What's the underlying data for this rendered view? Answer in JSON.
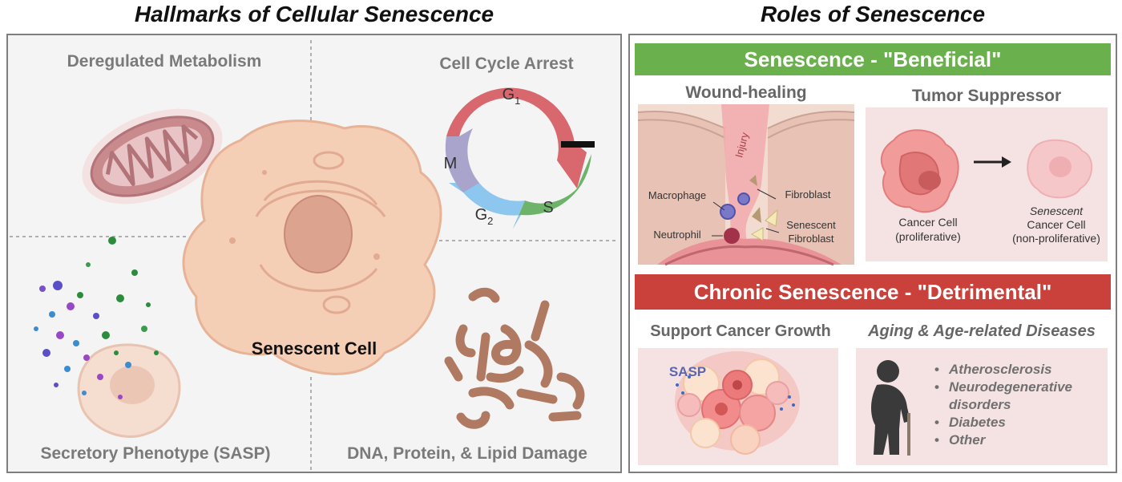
{
  "left": {
    "heading": "Hallmarks of Cellular Senescence",
    "labels": {
      "metabolism": "Deregulated Metabolism",
      "cell_cycle": "Cell Cycle Arrest",
      "sasp": "Secretory Phenotype (SASP)",
      "damage": "DNA, Protein, & Lipid Damage",
      "center": "Senescent Cell"
    },
    "cell_cycle_phases": [
      {
        "name": "G",
        "sub": "1",
        "color": "#d9676e"
      },
      {
        "name": "S",
        "sub": "",
        "color": "#6db36a"
      },
      {
        "name": "G",
        "sub": "2",
        "color": "#8dc6ee"
      },
      {
        "name": "M",
        "sub": "",
        "color": "#a8a4cc"
      }
    ]
  },
  "right": {
    "heading": "Roles of Senescence",
    "beneficial": {
      "banner": "Senescence - \"Beneficial\"",
      "color": "#6ab04c",
      "wound": {
        "title": "Wound-healing",
        "injury": "Injury",
        "macrophage": "Macrophage",
        "neutrophil": "Neutrophil",
        "fibroblast": "Fibroblast",
        "senescent_fibroblast_1": "Senescent",
        "senescent_fibroblast_2": "Fibroblast"
      },
      "tumor": {
        "title": "Tumor Suppressor",
        "cancer_1": "Cancer Cell",
        "cancer_2": "(proliferative)",
        "senescent_1": "Senescent",
        "senescent_2": "Cancer Cell",
        "senescent_3": "(non-proliferative)"
      }
    },
    "detrimental": {
      "banner": "Chronic Senescence - \"Detrimental\"",
      "color": "#c9413a",
      "cancer_growth": {
        "title": "Support Cancer Growth",
        "sasp": "SASP"
      },
      "aging": {
        "title": "Aging & Age-related Diseases",
        "diseases": [
          "Atherosclerosis",
          "Neurodegenerative",
          "disorders",
          "Diabetes",
          "Other"
        ]
      }
    }
  }
}
